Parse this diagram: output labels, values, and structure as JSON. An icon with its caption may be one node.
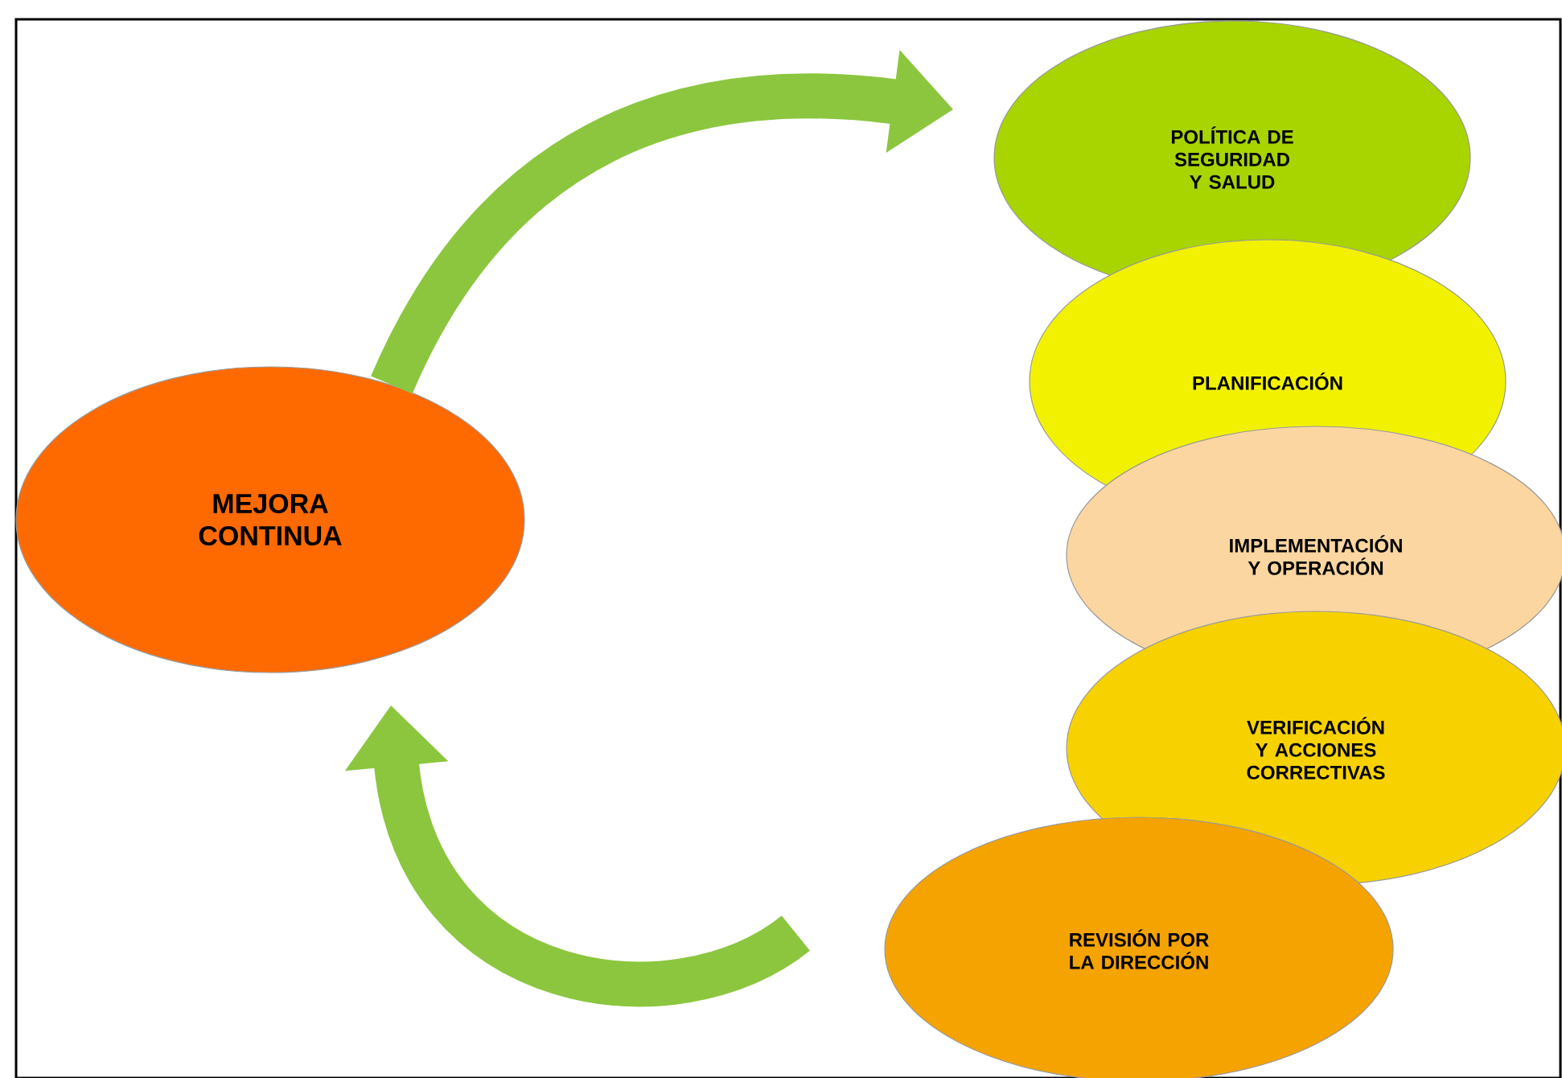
{
  "diagram": {
    "nodes": [
      {
        "text": [
          "MEJORA CONTINUA"
        ]
      },
      {
        "text": [
          "POLÍTICA DE SEGURIDAD Y SALUD"
        ]
      },
      {
        "text": [
          "PLANIFICACIÓN"
        ]
      },
      {
        "text": [
          "IMPLEMENTACIÓN Y OPERACIÓN"
        ]
      },
      {
        "text": [
          "VERIFICACIÓN Y ACCIONES CORRECTIVAS"
        ]
      },
      {
        "text": [
          "REVISIÓN POR LA DIRECCIÓN"
        ]
      }
    ],
    "edges": [
      {
        "from": 0,
        "to": 1,
        "arrow": "to"
      },
      {
        "from": 5,
        "to": 0,
        "arrow": "to"
      }
    ]
  }
}
